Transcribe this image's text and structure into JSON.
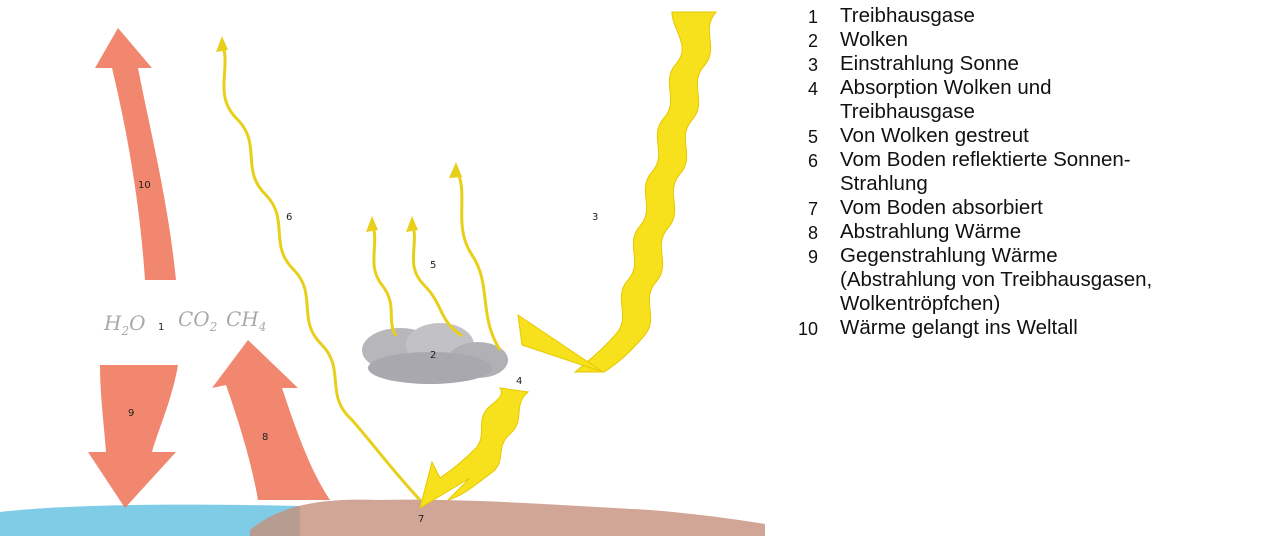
{
  "diagram": {
    "labels": {
      "n1": "1",
      "n2": "2",
      "n3": "3",
      "n4": "4",
      "n5": "5",
      "n6": "6",
      "n7": "7",
      "n8": "8",
      "n9": "9",
      "n10": "10"
    },
    "gases": {
      "h2o": "H",
      "h2o_sub": "2",
      "h2o_tail": "O",
      "co2": "CO",
      "co2_sub": "2",
      "ch4": "CH",
      "ch4_sub": "4"
    },
    "colors": {
      "sun_yellow": "#f7e01c",
      "heat_red": "#ee7a5e",
      "water_blue": "#69c3e3",
      "ground_brown": "#c5907c",
      "cloud_grey": "#b6b6bb"
    }
  },
  "legend": [
    {
      "num": "1",
      "text": "Treibhausgase"
    },
    {
      "num": "2",
      "text": "Wolken"
    },
    {
      "num": "3",
      "text": "Einstrahlung Sonne"
    },
    {
      "num": "4",
      "text": "Absorption Wolken und",
      "cont": [
        "Treibhausgase"
      ]
    },
    {
      "num": "5",
      "text": "Von Wolken gestreut"
    },
    {
      "num": "6",
      "text": "Vom Boden reflektierte Sonnen-",
      "cont": [
        "Strahlung"
      ]
    },
    {
      "num": "7",
      "text": "Vom Boden absorbiert"
    },
    {
      "num": "8",
      "text": "Abstrahlung Wärme"
    },
    {
      "num": "9",
      "text": "Gegenstrahlung Wärme",
      "cont": [
        "(Abstrahlung von Treibhausgasen,",
        "Wolkentröpfchen)"
      ]
    },
    {
      "num": "10",
      "text": "Wärme gelangt ins Weltall"
    }
  ]
}
